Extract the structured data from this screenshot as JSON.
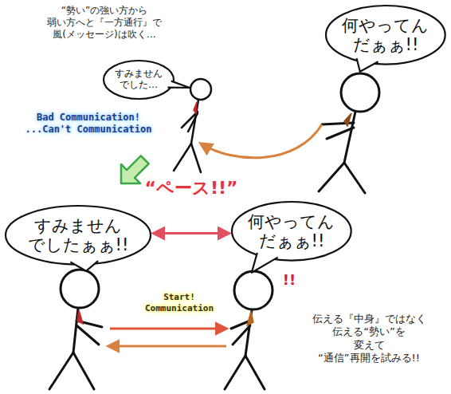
{
  "diagram": {
    "nodes": [
      {
        "text": [
          "何やってん だぁぁ!!"
        ]
      },
      {
        "text": [
          "すみません でした…"
        ]
      },
      {
        "text": [
          "すみません でしたぁぁ!!"
        ]
      },
      {
        "text": [
          "何やってん だぁぁ!!"
        ]
      }
    ],
    "edges": [
      {
        "from": 2,
        "to": 3,
        "arrow": "both",
        "label": "“ペース!!”"
      }
    ],
    "labels": [
      "“勢い”の強い方から 弱い方へと『一方通行』で 風(メッセージ)は吹く…",
      "Bad Communication! ...Can't Communication",
      "Start! Communication",
      "!!",
      "伝える『中身』ではなく 伝える“勢い”を 変えて “通信”再開を試みる!!"
    ]
  }
}
